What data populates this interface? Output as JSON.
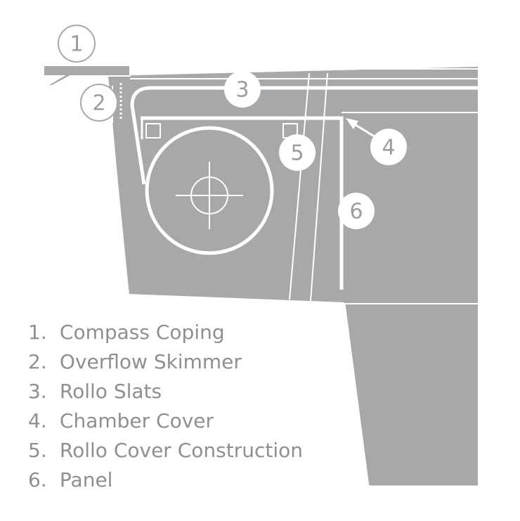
{
  "callouts": [
    {
      "number": "1"
    },
    {
      "number": "2"
    },
    {
      "number": "3"
    },
    {
      "number": "4"
    },
    {
      "number": "5"
    },
    {
      "number": "6"
    }
  ],
  "legend": [
    {
      "number": "1.",
      "label": "Compass Coping"
    },
    {
      "number": "2.",
      "label": "Overflow Skimmer"
    },
    {
      "number": "3.",
      "label": "Rollo Slats"
    },
    {
      "number": "4.",
      "label": "Chamber Cover"
    },
    {
      "number": "5.",
      "label": "Rollo Cover Construction"
    },
    {
      "number": "6.",
      "label": "Panel"
    }
  ],
  "colors": {
    "fill": "#a7a8aa",
    "lines": "#ffffff",
    "text": "#8e8f91"
  }
}
